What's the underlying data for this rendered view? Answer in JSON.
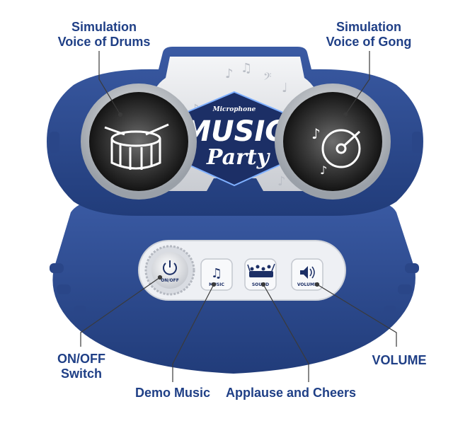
{
  "callouts": {
    "drums": [
      "Simulation",
      "Voice of Drums"
    ],
    "gong": [
      "Simulation",
      "Voice of Gong"
    ],
    "onoff": [
      "ON/OFF",
      "Switch"
    ],
    "demo_music": "Demo Music",
    "applause": "Applause and Cheers",
    "volume": "VOLUME"
  },
  "logo": {
    "top": "Microphone",
    "main": "MUSIC",
    "script": "Party"
  },
  "buttons": {
    "power": "ON/OFF",
    "music": "MUSIC",
    "sound": "SOUND",
    "volume": "VOLUME"
  },
  "colors": {
    "body_blue": "#2b4a8f",
    "label_blue": "#1f3f86",
    "panel_white": "#eef0f4"
  }
}
